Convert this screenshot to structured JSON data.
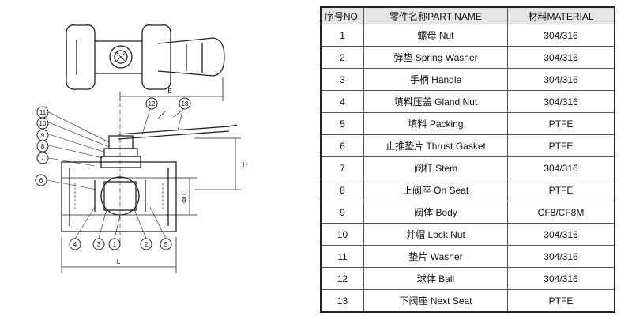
{
  "table": {
    "headers": {
      "no": "序号NO.",
      "name": "零件名称PART NAME",
      "material": "材料MATERIAL"
    },
    "rows": [
      {
        "no": "1",
        "name": "螺母 Nut",
        "material": "304/316"
      },
      {
        "no": "2",
        "name": "弹垫 Spring Washer",
        "material": "304/316"
      },
      {
        "no": "3",
        "name": "手柄 Handle",
        "material": "304/316"
      },
      {
        "no": "4",
        "name": "填料压盖 Gland Nut",
        "material": "304/316"
      },
      {
        "no": "5",
        "name": "填料 Packing",
        "material": "PTFE"
      },
      {
        "no": "6",
        "name": "止推垫片 Thrust Gasket",
        "material": "PTFE"
      },
      {
        "no": "7",
        "name": "阀杆 Stem",
        "material": "304/316"
      },
      {
        "no": "8",
        "name": "上阀座 On Seat",
        "material": "PTFE"
      },
      {
        "no": "9",
        "name": "阀体 Body",
        "material": "CF8/CF8M"
      },
      {
        "no": "10",
        "name": "并帽 Lock Nut",
        "material": "304/316"
      },
      {
        "no": "11",
        "name": "垫片 Washer",
        "material": "304/316"
      },
      {
        "no": "12",
        "name": "球体 Ball",
        "material": "304/316"
      },
      {
        "no": "13",
        "name": "下阀座 Next Seat",
        "material": "PTFE"
      }
    ]
  },
  "drawing": {
    "dimensions": {
      "e": "E",
      "h": "H",
      "d": "ΦD",
      "l": "L"
    },
    "callouts_left": [
      "11",
      "10",
      "9",
      "8",
      "7",
      "6"
    ],
    "callouts_top": [
      "12",
      "13"
    ],
    "callouts_bottom": [
      "4",
      "3",
      "1",
      "2",
      "5"
    ]
  }
}
